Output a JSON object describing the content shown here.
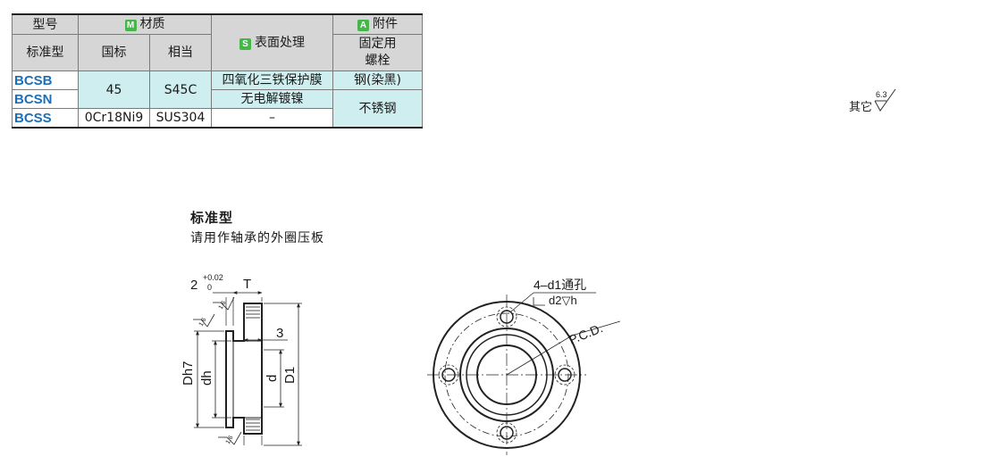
{
  "spec_table": {
    "header": {
      "model": "型号",
      "material": "材质",
      "material_badge": "M",
      "surface": "表面处理",
      "surface_badge": "S",
      "accessory": "附件",
      "accessory_badge": "A",
      "standard_type": "标准型",
      "gb": "国标",
      "equivalent": "相当",
      "fixing_bolt": "固定用\n螺栓"
    },
    "rows": [
      {
        "code": "BCSB"
      },
      {
        "code": "BCSN"
      },
      {
        "code": "BCSS"
      }
    ],
    "cells": {
      "gb_bn": "45",
      "eq_bn": "S45C",
      "gb_ss": "0Cr18Ni9",
      "eq_ss": "SUS304",
      "surf_b": "四氧化三铁保护膜",
      "surf_n": "无电解镀镍",
      "surf_s": "–",
      "bolt_b": "钢(染黑)",
      "bolt_ns": "不锈钢"
    }
  },
  "roughness_note": {
    "label": "其它",
    "value": "6.3"
  },
  "section": {
    "title": "标准型",
    "subtitle": "请用作轴承的外圈压板"
  },
  "side_view": {
    "top_dim": "2",
    "tol_upper": "+0.02",
    "tol_lower": "0",
    "t_label": "T",
    "dim_3": "3",
    "dh7": "Dh7",
    "dh": "dh",
    "d": "d",
    "d1": "D1",
    "rough_a": "1.6",
    "rough_b": "1.6",
    "rough_c": "1.6"
  },
  "front_view": {
    "hole_note": "4–d1通孔",
    "cbore_note": "d2▽h",
    "pcd": "P.C.D."
  },
  "colors": {
    "header_gray": "#d6d6d6",
    "row_teal": "#cfeef0",
    "code_blue": "#1b6fb8",
    "badge_green": "#45b649"
  }
}
